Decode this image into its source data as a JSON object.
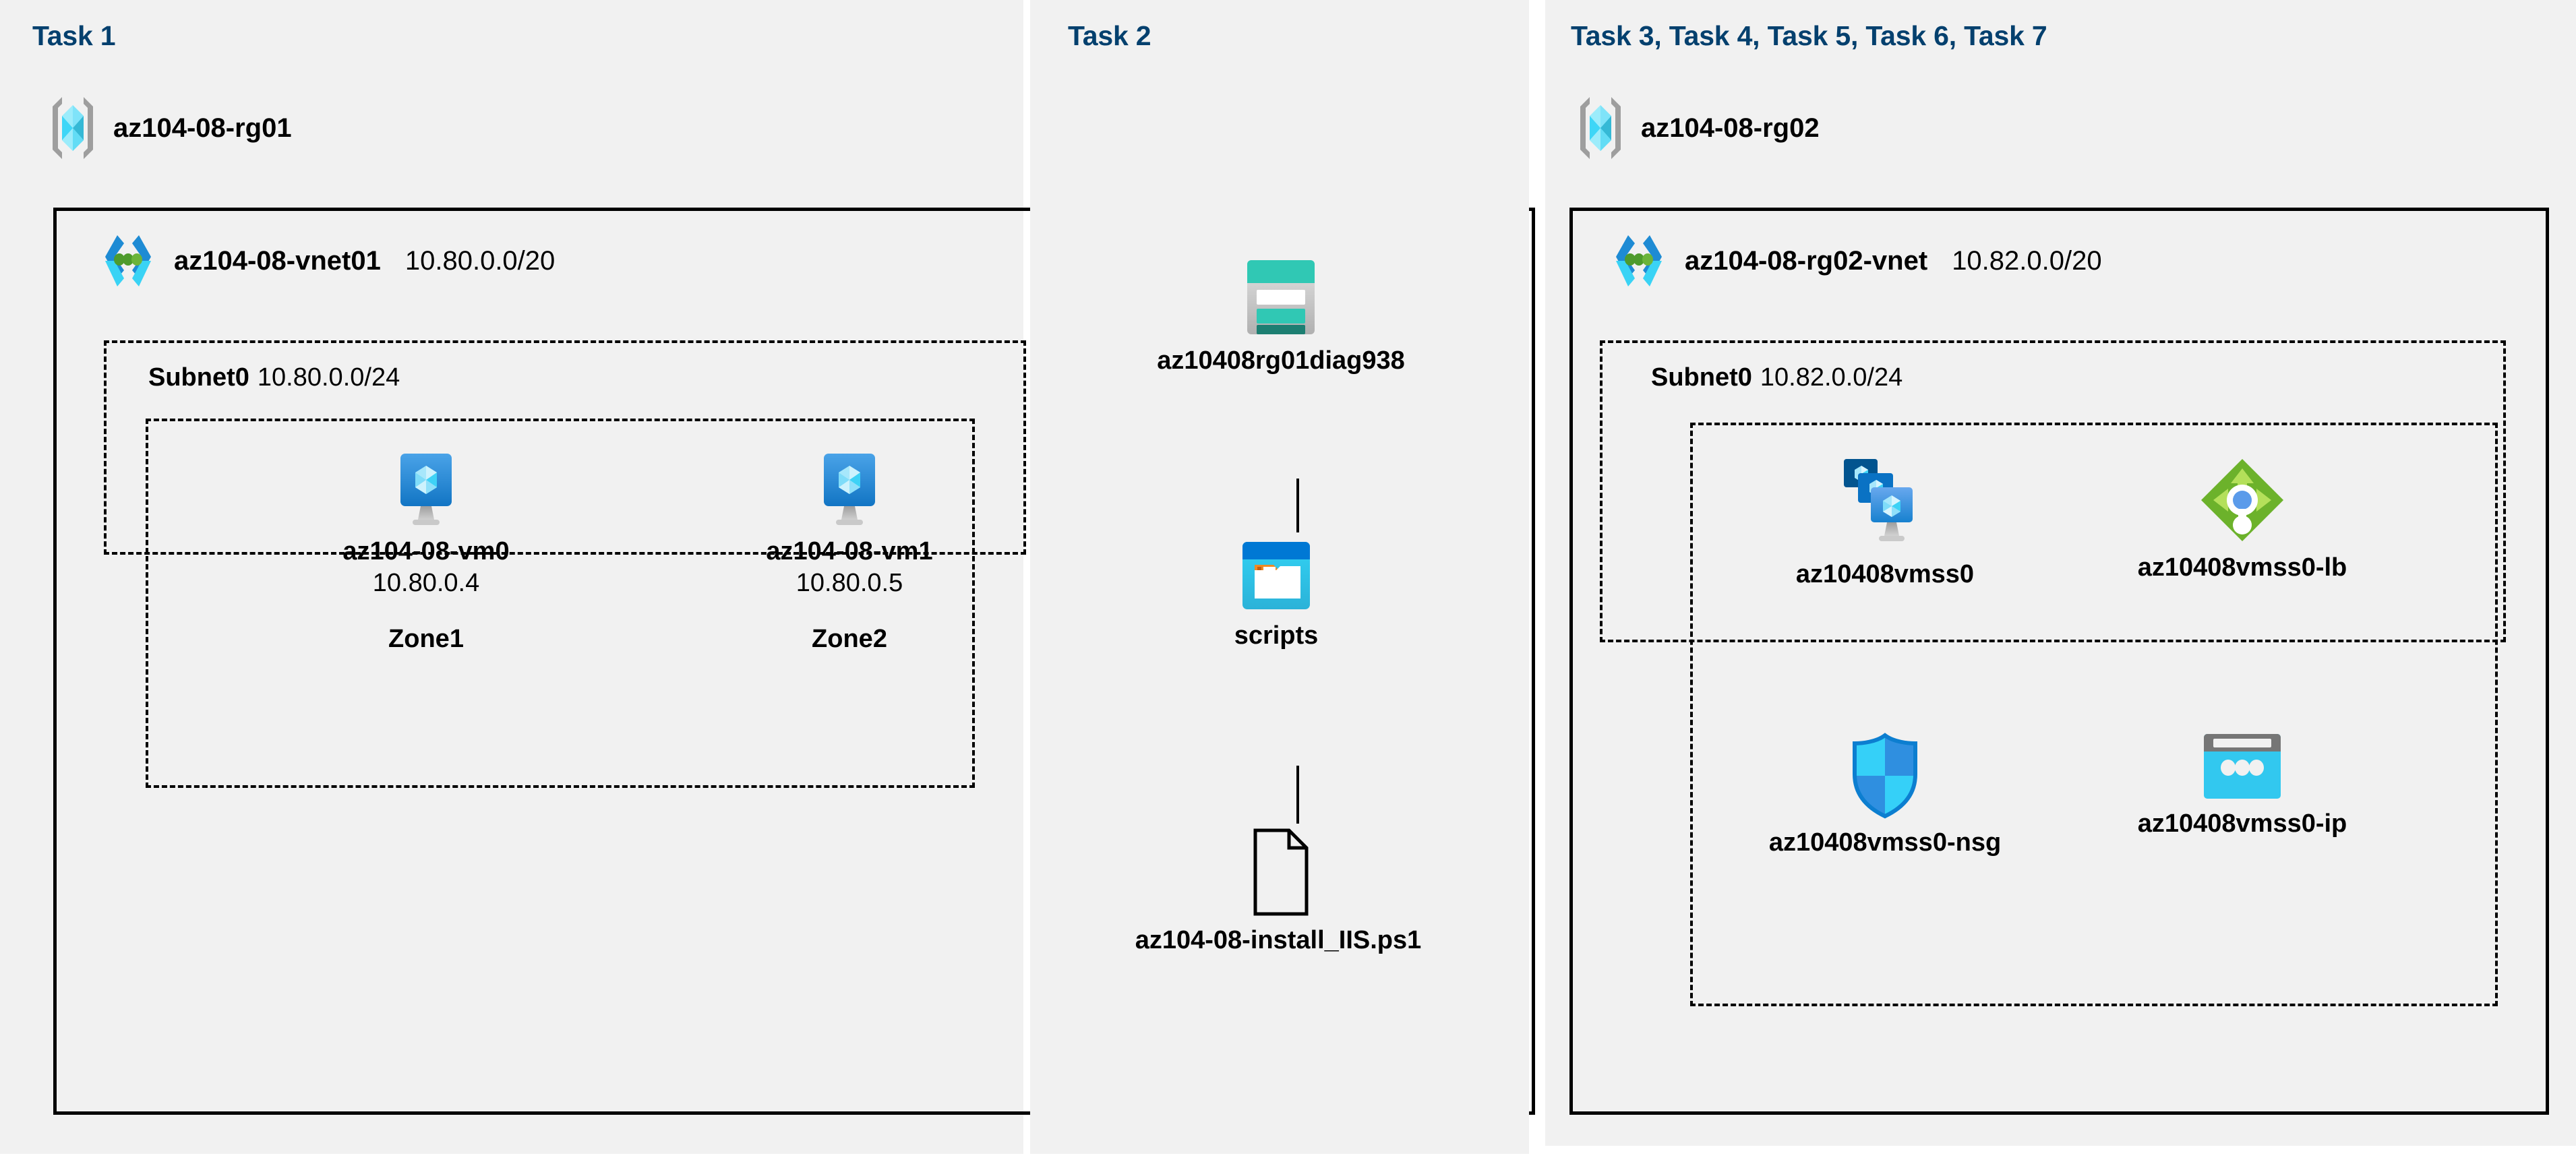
{
  "diagram": {
    "title": "Azure AZ-104 Lab 08 architecture",
    "colors": {
      "task_label": "#04406e",
      "panel_background": "#f1f1f1",
      "border": "#000000",
      "vnet_icon_blue": "#1e8bd4",
      "vnet_icon_cyan": "#3ad3f5",
      "vnet_icon_green": "#4e9b2c",
      "vm_blue": "#2e8ddd",
      "storage_teal": "#30c8b4",
      "storage_teal_dark": "#1d7f72",
      "container_blue": "#0078d4",
      "container_cyan": "#32c8f0",
      "container_orange": "#f08a22",
      "lb_green": "#6cb22b",
      "lb_green_light": "#b4e05a",
      "lb_dot_blue": "#5b9bea",
      "nsg_cyan": "#35d0f8",
      "nsg_blue": "#2f8fe0",
      "ip_cyan": "#32c8ef",
      "ip_gray": "#767676"
    }
  },
  "panels": [
    {
      "id": "task1",
      "label": "Task 1"
    },
    {
      "id": "task2",
      "label": "Task 2"
    },
    {
      "id": "task3",
      "label": "Task 3, Task 4, Task 5, Task 6, Task 7"
    }
  ],
  "task1": {
    "resource_group": {
      "name": "az104-08-rg01",
      "icon": "resource-group-icon"
    },
    "vnet": {
      "name": "az104-08-vnet01",
      "cidr": "10.80.0.0/20",
      "icon": "virtual-network-icon"
    },
    "subnet": {
      "name": "Subnet0",
      "cidr": "10.80.0.0/24"
    },
    "vms": [
      {
        "name": "az104-08-vm0",
        "ip": "10.80.0.4",
        "zone": "Zone1",
        "icon": "virtual-machine-icon"
      },
      {
        "name": "az104-08-vm1",
        "ip": "10.80.0.5",
        "zone": "Zone2",
        "icon": "virtual-machine-icon"
      }
    ]
  },
  "task2": {
    "storage_account": {
      "name": "az10408rg01diag938",
      "icon": "storage-account-icon"
    },
    "blob_container": {
      "name": "scripts",
      "icon": "blob-container-icon"
    },
    "script_file": {
      "name": "az104-08-install_IIS.ps1",
      "icon": "file-icon"
    }
  },
  "task3": {
    "resource_group": {
      "name": "az104-08-rg02",
      "icon": "resource-group-icon"
    },
    "vnet": {
      "name": "az104-08-rg02-vnet",
      "cidr": "10.82.0.0/20",
      "icon": "virtual-network-icon"
    },
    "subnet": {
      "name": "Subnet0",
      "cidr": "10.82.0.0/24"
    },
    "resources": [
      {
        "name": "az10408vmss0",
        "icon": "vm-scale-set-icon"
      },
      {
        "name": "az10408vmss0-lb",
        "icon": "load-balancer-icon"
      },
      {
        "name": "az10408vmss0-nsg",
        "icon": "network-security-group-icon"
      },
      {
        "name": "az10408vmss0-ip",
        "icon": "public-ip-address-icon"
      }
    ]
  }
}
